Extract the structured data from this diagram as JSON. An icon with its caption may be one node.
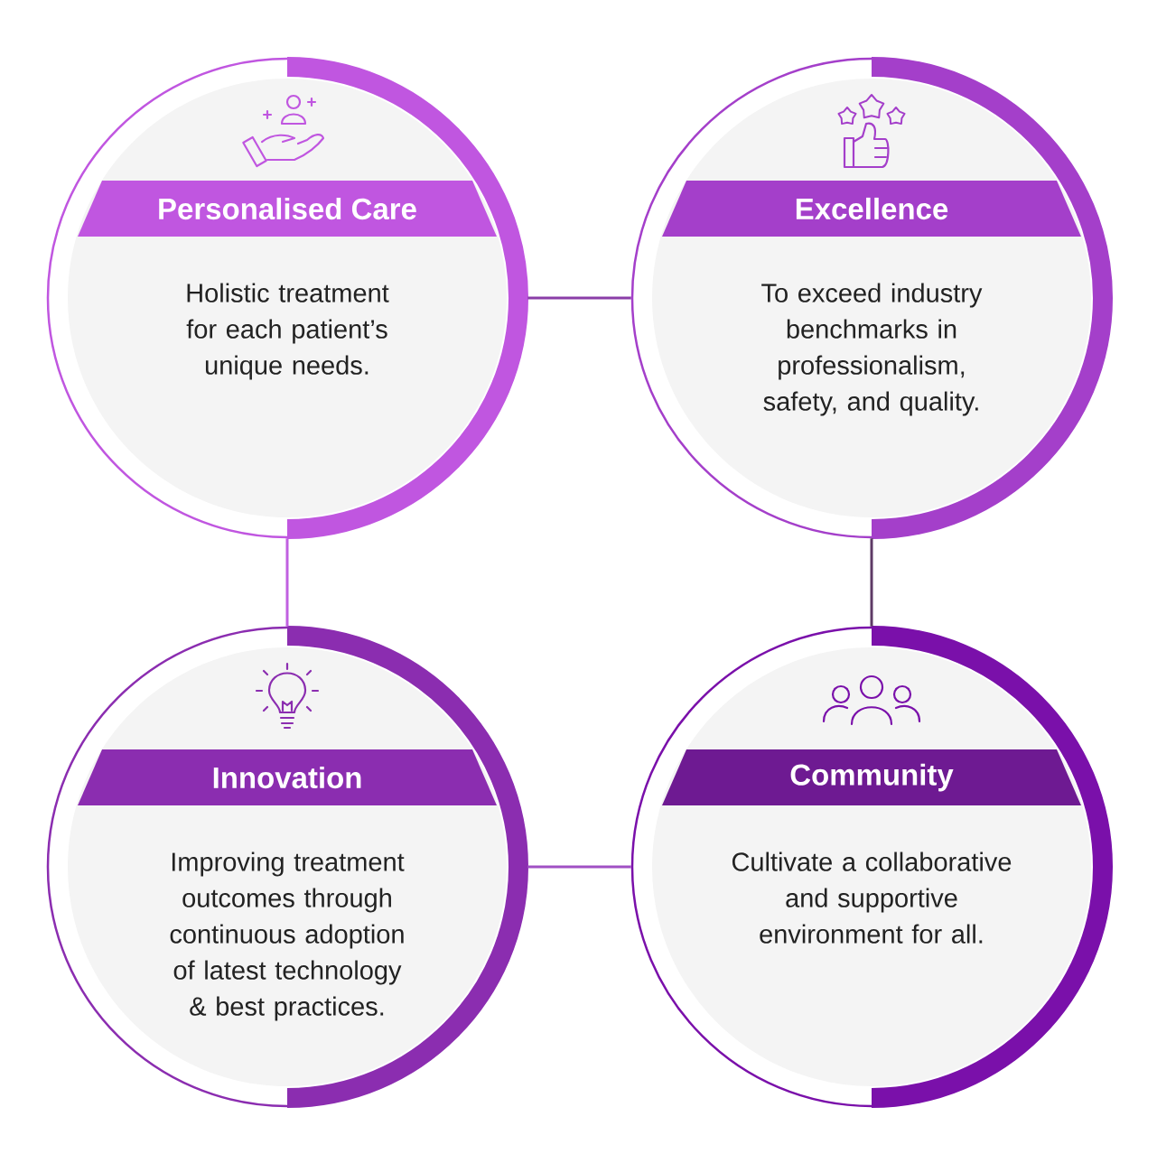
{
  "diagram": {
    "nodes": [
      {
        "text": [
          "Personalised Care",
          "Holistic treatment for each patient’s unique needs."
        ]
      },
      {
        "text": [
          "Excellence",
          "To exceed industry benchmarks in professionalism, safety, and quality."
        ]
      },
      {
        "text": [
          "Innovation",
          "Improving treatment outcomes through continuous adoption of latest technology & best practices."
        ]
      },
      {
        "text": [
          "Community",
          "Cultivate a collaborative and supportive environment for all."
        ]
      }
    ],
    "edges": [
      {
        "from": 0,
        "to": 1,
        "arrow": "none",
        "color": "#8a3ea8"
      },
      {
        "from": 0,
        "to": 2,
        "arrow": "none",
        "color": "#c060e0"
      },
      {
        "from": 1,
        "to": 3,
        "arrow": "none",
        "color": "#5e3a66"
      },
      {
        "from": 2,
        "to": 3,
        "arrow": "none",
        "color": "#a050c4"
      }
    ]
  }
}
